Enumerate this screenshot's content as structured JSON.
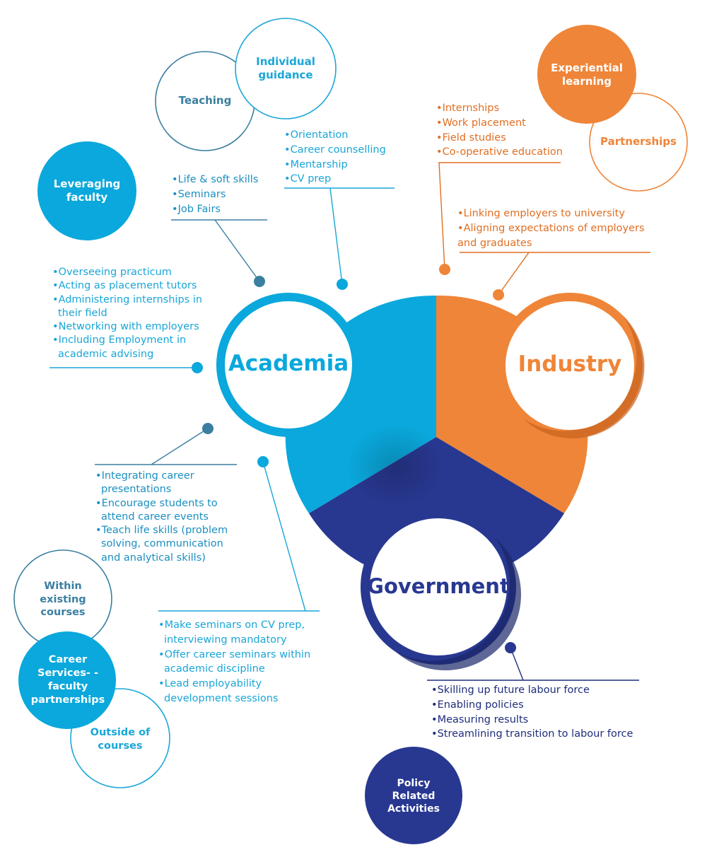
{
  "main": {
    "academia": "Academia",
    "industry": "Industry",
    "government": "Government"
  },
  "circles": {
    "teaching": "Teaching",
    "individual_guidance": "Individual guidance",
    "leveraging_faculty": "Leveraging faculty",
    "experiential_learning": "Experiential learning",
    "partnerships": "Partnerships",
    "within_courses": "Within existing courses",
    "career_services": "Career Services- -faculty partnerships",
    "outside_courses": "Outside of courses",
    "policy": "Policy Related Activities"
  },
  "lists": {
    "teaching_items": [
      "Life & soft skills",
      "Seminars",
      "Job Fairs"
    ],
    "guidance_items": [
      "Orientation",
      "Career counselling",
      "Mentarship",
      "CV prep"
    ],
    "faculty_items": [
      "Overseeing practicum",
      "Acting as placement tutors",
      "Administering internships in their field",
      "Networking with employers",
      "Including Employment in academic advising"
    ],
    "within_items": [
      "Integrating career presentations",
      "Encourage students to attend career events",
      "Teach life skills (problem solving, communication and analytical skills)"
    ],
    "outside_items": [
      "Make seminars on CV prep, interviewing mandatory",
      "Offer career seminars within academic discipline",
      "Lead employability development sessions"
    ],
    "experiential_items": [
      "Internships",
      "Work placement",
      "Field studies",
      "Co-operative education"
    ],
    "partnership_items": [
      "Linking employers to university",
      "Aligning expectations of employers and graduates"
    ],
    "government_items": [
      "Skilling up future labour force",
      "Enabling policies",
      "Measuring results",
      "Streamlining transition to labour force"
    ]
  },
  "colors": {
    "academia": "#0aa8dc",
    "industry": "#ef8538",
    "government": "#283891",
    "teal": "#3a7fa0"
  }
}
